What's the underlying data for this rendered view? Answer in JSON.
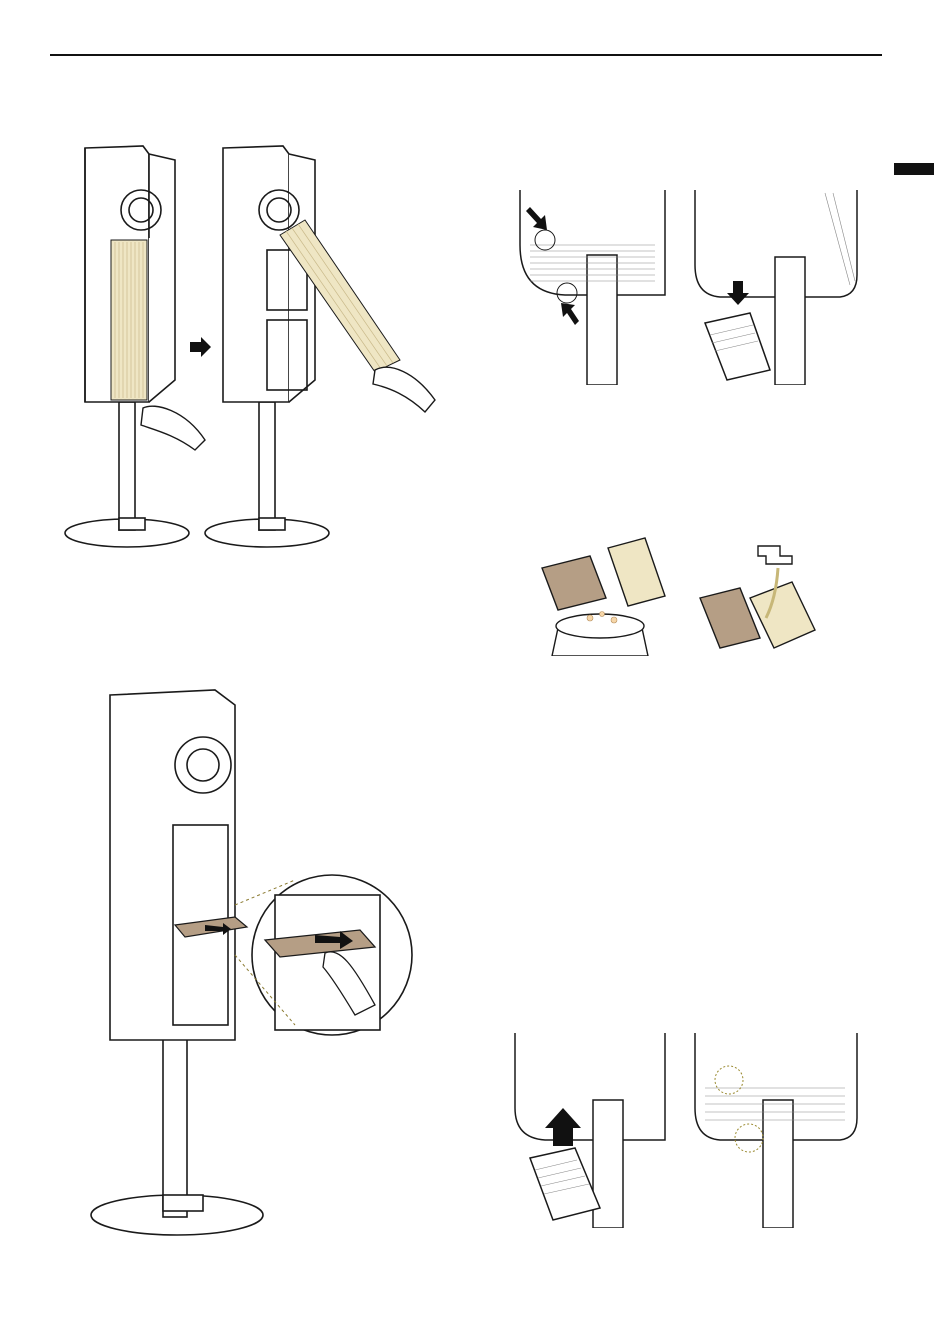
{
  "page": {
    "rule_color": "#111111",
    "tab_color": "#111111"
  },
  "figures": [
    {
      "id": "remove-front-filter",
      "icon": "stand-fan-filter-removal-illustration"
    },
    {
      "id": "remove-bottom-cover",
      "icon": "bottom-cover-release-illustration"
    },
    {
      "id": "clean-cover-and-filter",
      "icon": "empty-and-rinse-illustration"
    },
    {
      "id": "pull-out-tray",
      "icon": "tray-pull-out-illustration"
    },
    {
      "id": "reattach-bottom-cover",
      "icon": "bottom-cover-reattach-illustration"
    }
  ],
  "colors": {
    "outline": "#1a1a1a",
    "filter_beige": "#efe6c4",
    "tray_brown": "#b59e85",
    "arrow": "#111111"
  }
}
